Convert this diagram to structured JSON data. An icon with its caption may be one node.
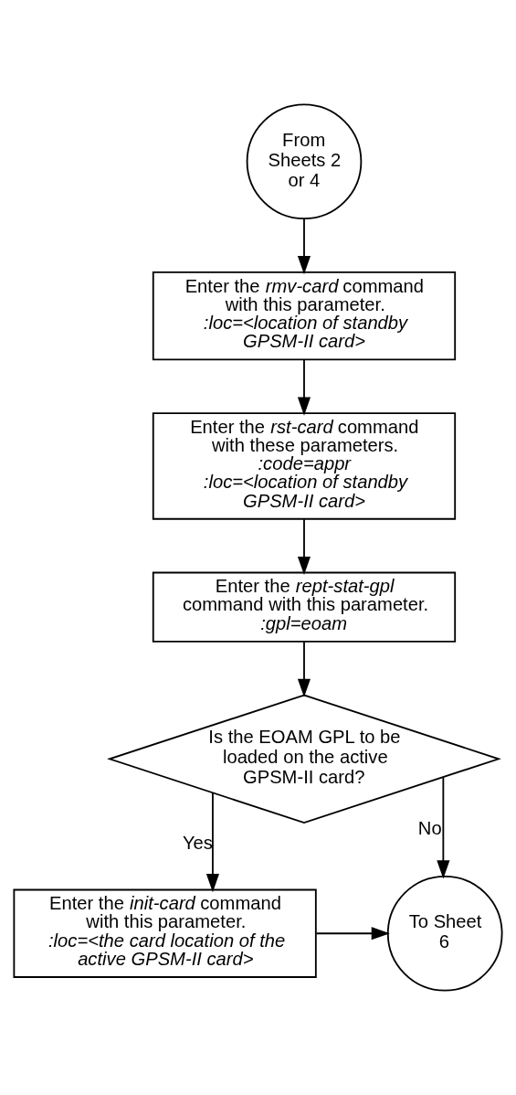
{
  "diagram": {
    "nodes": [
      {
        "text": [
          "From Sheets 2 or 4"
        ]
      },
      {
        "text": [
          "Enter the *rmv-card* command with this parameter.",
          ":loc=<location of standby GPSM-II card>"
        ]
      },
      {
        "text": [
          "Enter the *rst-card* command with these parameters.",
          ":code=appr",
          ":loc=<location of standby GPSM-II card>"
        ]
      },
      {
        "text": [
          "Enter the *rept-stat-gpl* command with this parameter.",
          ":gpl=eoam"
        ]
      },
      {
        "text": [
          "Is the EOAM GPL to be loaded on the active GPSM-II card?"
        ]
      },
      {
        "text": [
          "Enter the *init-card* command with this parameter.",
          ":loc=<the card location of the active GPSM-II card>"
        ]
      },
      {
        "text": [
          "To Sheet 6"
        ]
      }
    ],
    "edges": [
      {
        "from": 0,
        "to": 1,
        "arrow": "to"
      },
      {
        "from": 1,
        "to": 2,
        "arrow": "to"
      },
      {
        "from": 2,
        "to": 3,
        "arrow": "to"
      },
      {
        "from": 3,
        "to": 4,
        "arrow": "to"
      },
      {
        "from": 4,
        "to": 5,
        "label": "Yes",
        "arrow": "to"
      },
      {
        "from": 4,
        "to": 6,
        "label": "No",
        "arrow": "to"
      },
      {
        "from": 5,
        "to": 6,
        "arrow": "to"
      }
    ]
  }
}
